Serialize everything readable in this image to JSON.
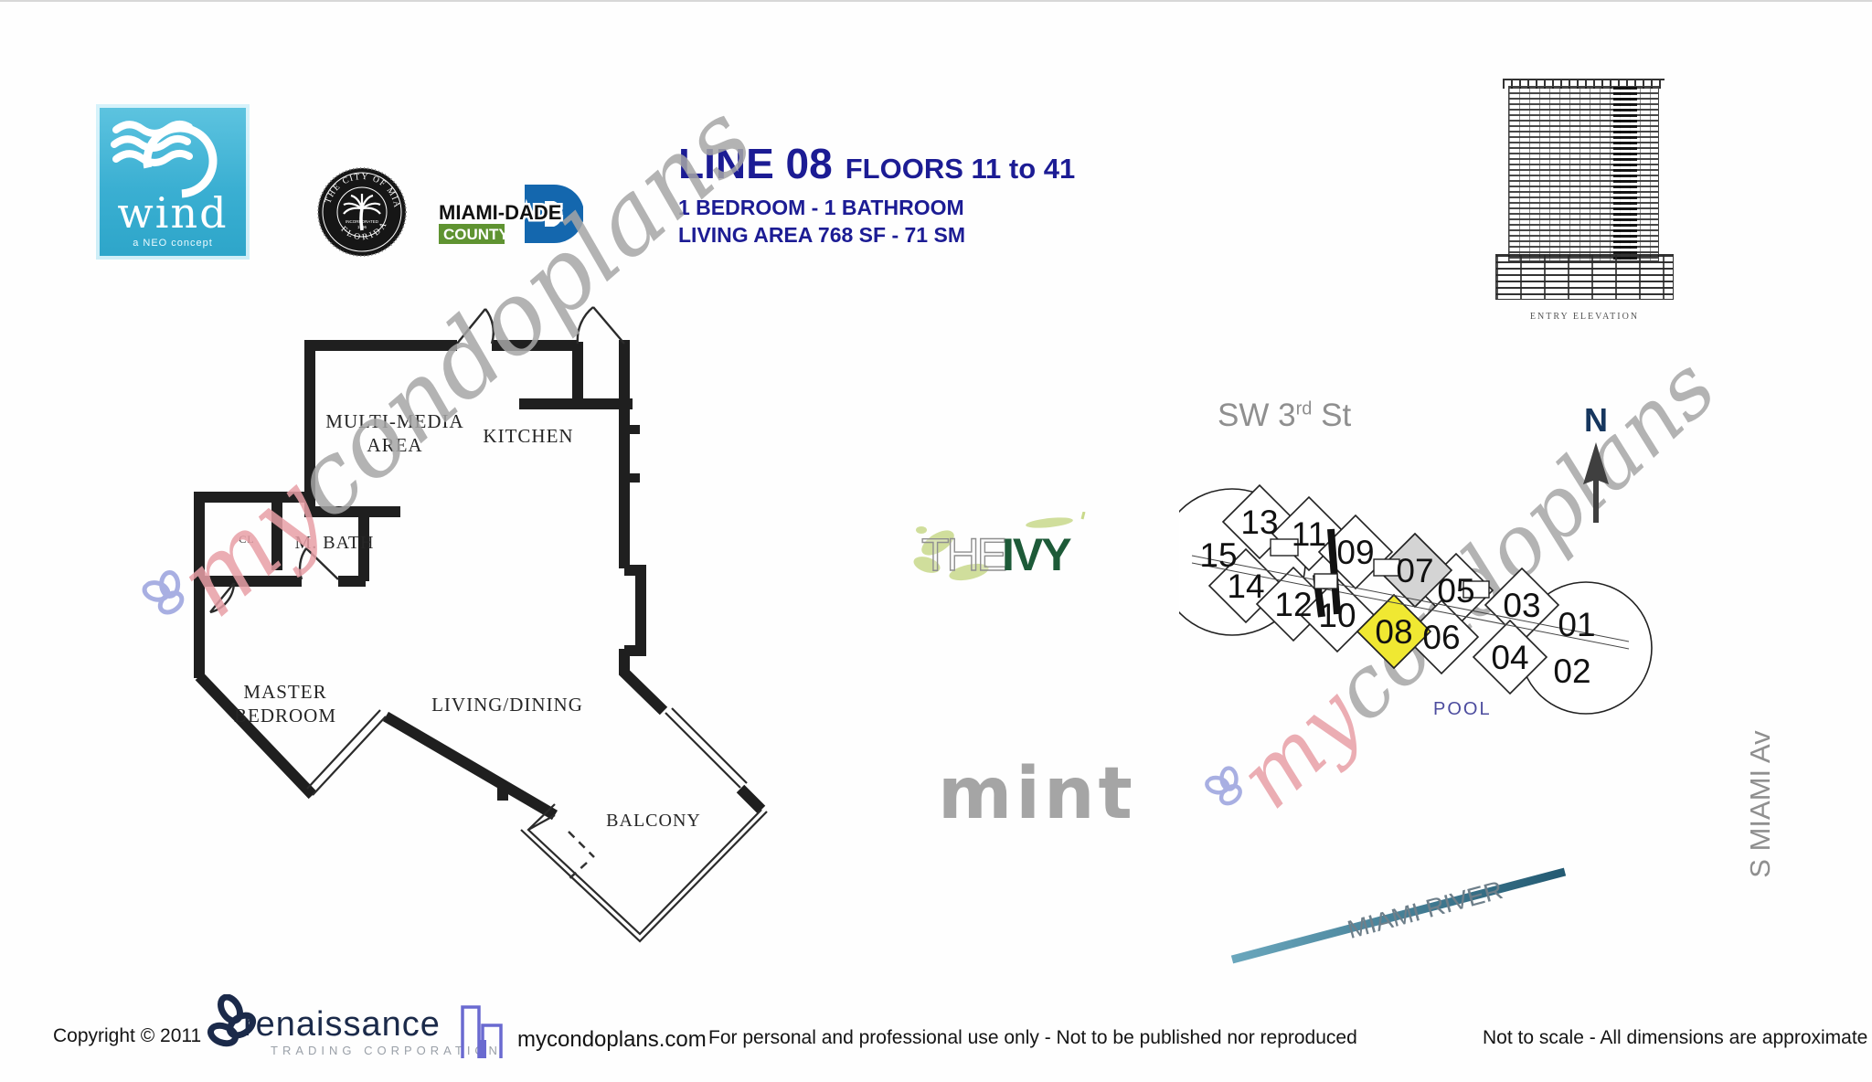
{
  "header": {
    "wind_logo": {
      "word": "wind",
      "tagline": "a NEO concept"
    },
    "seal": {
      "top_text": "THE CITY OF MIAMI",
      "bottom_text": "FLORIDA",
      "center1": "INCORPORATED",
      "center2": "1896"
    },
    "miamidade": {
      "line1": "MIAMI-DADE",
      "line2": "COUNTY"
    },
    "title": "LINE 08",
    "floors": "FLOORS 11 to 41",
    "subtitle1": "1 BEDROOM - 1 BATHROOM",
    "subtitle2": "LIVING AREA  768 SF - 71 SM",
    "elevation_caption": "ENTRY ELEVATION"
  },
  "floorplan": {
    "rooms": {
      "multimedia1": "MULTI-MEDIA",
      "multimedia2": "AREA",
      "kitchen": "KITCHEN",
      "cl": "CL",
      "mbath": "M. BATH",
      "master1": "MASTER",
      "master2": "BEDROOM",
      "living": "LIVING/DINING",
      "balcony": "BALCONY"
    }
  },
  "logos": {
    "ivy_the": "THE",
    "ivy_ivy": "IVY",
    "mint": "mint"
  },
  "siteplan": {
    "street": "SW 3",
    "street_sup": "rd",
    "street_end": " St",
    "north": "N",
    "pool": "POOL",
    "river": "MIAMI RIVER",
    "avenue": "S MIAMI Av",
    "units": [
      "15",
      "13",
      "14",
      "11",
      "12",
      "09",
      "10",
      "07",
      "08",
      "05",
      "06",
      "03",
      "04",
      "01",
      "02"
    ],
    "highlight_unit": "08",
    "highlight_color": "#f0e832",
    "shaded_unit": "07",
    "shaded_color": "#d4d4d4"
  },
  "footer": {
    "copyright": "Copyright  ©   2011",
    "renaissance": "renaissance",
    "renaissance_sub": "TRADING CORPORATION",
    "site": "mycondoplans.com",
    "disclaimer_center": "For personal and professional use only - Not to be published nor reproduced",
    "disclaimer_right": "Not to scale - All dimensions are approximate"
  },
  "watermark": {
    "my": "my",
    "rest": "condoplans"
  },
  "colors": {
    "title_navy": "#1c1c94",
    "wind_teal": "#3aafd2",
    "ivy_green": "#1d5a38",
    "river_teal": "#3d7f98",
    "unit_yellow": "#f0e832"
  }
}
